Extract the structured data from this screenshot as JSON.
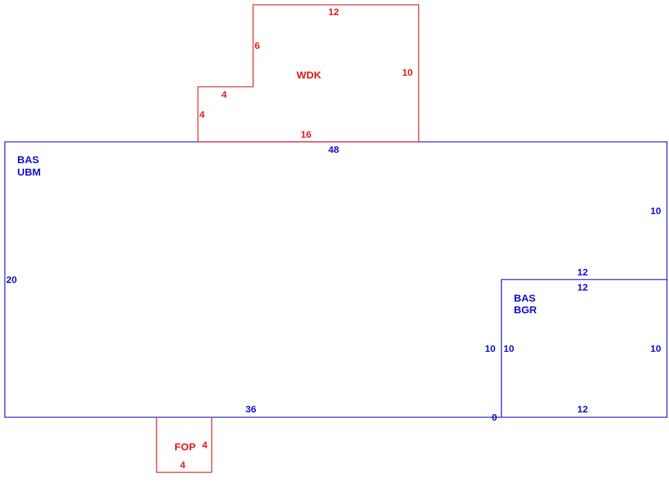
{
  "colors": {
    "main": "#1010c8",
    "accessory": "#e01a1a",
    "background": "#ffffff"
  },
  "areas": {
    "main": {
      "line1": "BAS",
      "line2": "UBM"
    },
    "garage": {
      "line1": "BAS",
      "line2": "BGR"
    },
    "deck": {
      "label": "WDK"
    },
    "porch": {
      "label": "FOP"
    }
  },
  "dimensions": {
    "main_top": "48",
    "main_left": "20",
    "main_right_upper": "10",
    "main_bottom": "36",
    "main_inner_vertical": "10",
    "main_inner_top": "12",
    "zero_mark": "0",
    "garage_top": "12",
    "garage_left": "10",
    "garage_right": "10",
    "garage_bottom": "12",
    "deck_top": "12",
    "deck_upper_left": "6",
    "deck_right": "10",
    "deck_step": "4",
    "deck_lower_left": "4",
    "deck_bottom": "16",
    "porch_right": "4",
    "porch_bottom": "4"
  }
}
